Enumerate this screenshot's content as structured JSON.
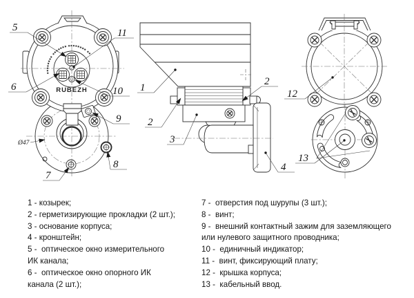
{
  "drawing": {
    "brand": "RUBEZH",
    "arc_text": "▪▪▪▪▪▪▪▪ ▪▪▪▪▪▪▪ ▪▪▪▪▪▪▪▪ ▪▪",
    "dimension_label": "Ø47",
    "callouts": {
      "c1": "1",
      "c2": "2",
      "c3": "3",
      "c4": "4",
      "c5": "5",
      "c6": "6",
      "c7": "7",
      "c8": "8",
      "c9": "9",
      "c10": "10",
      "c11": "11",
      "c12": "12",
      "c13": "13"
    }
  },
  "legend": {
    "left": [
      "1 - козырек;",
      "2 - герметизирующие прокладки (2 шт.);",
      "3 - основание корпуса;",
      "4 - кронштейн;",
      "5 -  оптическое окно измерительного",
      "ИК канала;",
      "6 -  оптическое окно опорного ИК",
      "канала (2 шт.);"
    ],
    "right": [
      "7 -  отверстия под шурупы (3 шт.);",
      "8 -  винт;",
      "9 -  внешний контактный зажим для заземляющего",
      "или нулевого защитного проводника;",
      "10 -  единичный индикатор;",
      "11 -  винт, фиксирующий плату;",
      "12 -  крышка корпуса;",
      "13 -  кабельный ввод."
    ]
  },
  "colors": {
    "line": "#2e2e2e",
    "text": "#141414",
    "background": "#ffffff"
  }
}
